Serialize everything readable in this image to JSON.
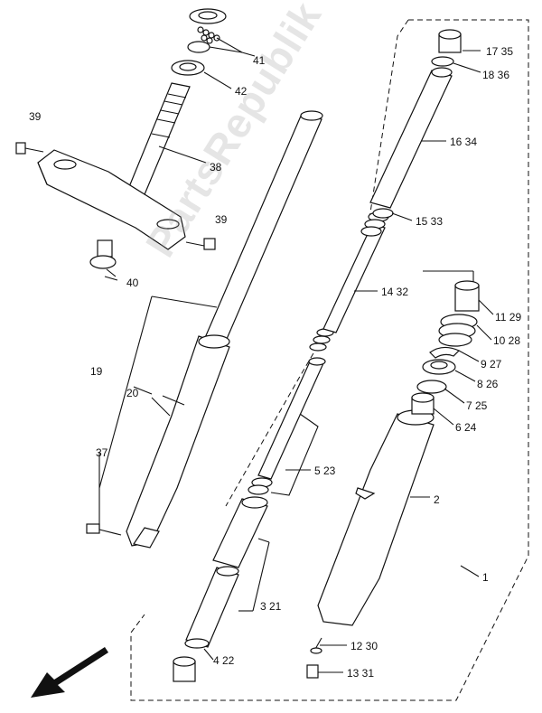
{
  "watermark": "PartsRepublik",
  "labels": {
    "p41": "41",
    "p42": "42",
    "p39a": "39",
    "p38": "38",
    "p39b": "39",
    "p40": "40",
    "p19": "19",
    "p20": "20",
    "p37": "37",
    "p17": "17 35",
    "p18": "18 36",
    "p16": "16 34",
    "p15": "15 33",
    "p14": "14 32",
    "p11": "11 29",
    "p10": "10 28",
    "p9": "9   27",
    "p8": "8 26",
    "p7": "7 25",
    "p6": "6  24",
    "p5": "5 23",
    "p2": "2",
    "p1": "1",
    "p3": "3 21",
    "p4": "4 22",
    "p12": "12 30",
    "p13": "13  31"
  },
  "icons": [
    "front-arrow-icon"
  ]
}
